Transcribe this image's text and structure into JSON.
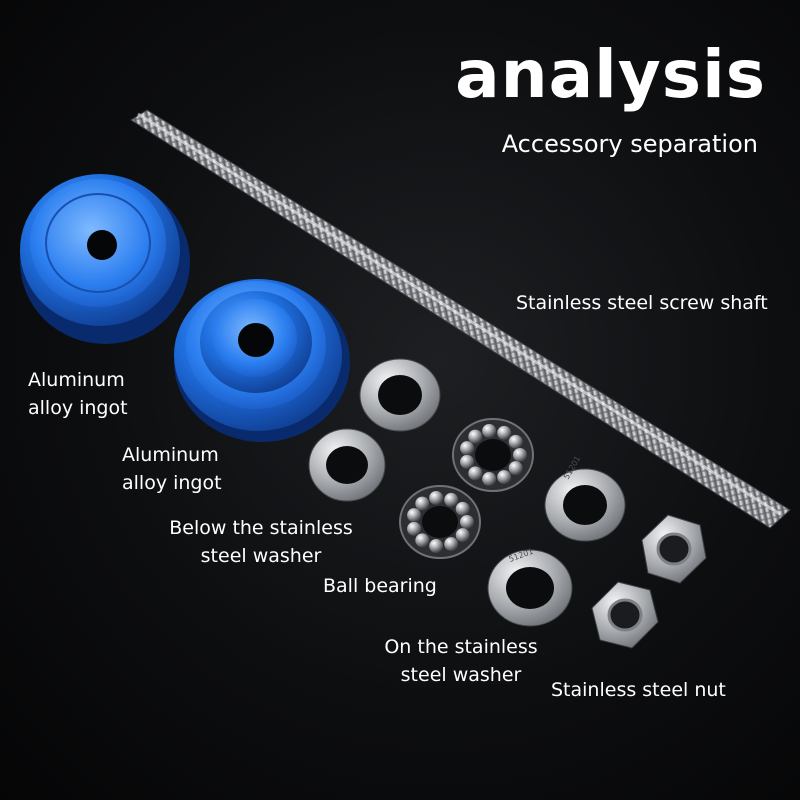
{
  "header": {
    "title": "analysis",
    "subtitle": "Accessory separation"
  },
  "labels": {
    "screw_shaft": "Stainless steel screw shaft",
    "ingot_1": "Aluminum\nalloy ingot",
    "ingot_2": "Aluminum\nalloy ingot",
    "lower_washer": "Below the stainless\nsteel washer",
    "ball_bearing": "Ball bearing",
    "upper_washer": "On the stainless\nsteel washer",
    "nut": "Stainless steel nut"
  },
  "washer_markings": {
    "code": "51201"
  },
  "colors": {
    "background": "#0d0e10",
    "aluminum_blue": "#1f6fe0",
    "steel": "#b9bcc0",
    "text": "#ffffff"
  }
}
